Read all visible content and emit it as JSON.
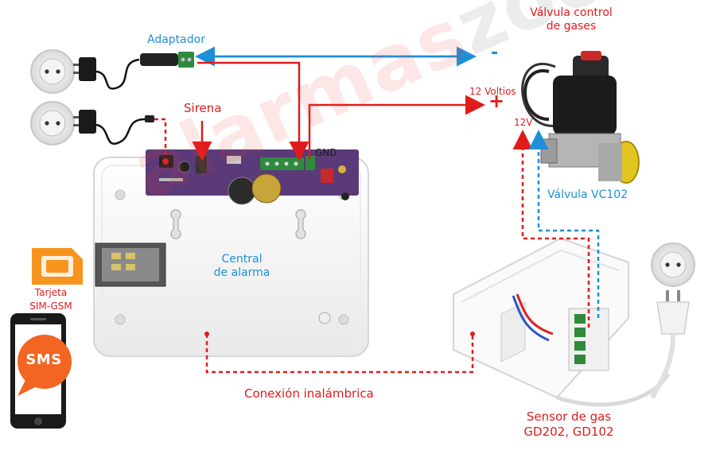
{
  "labels": {
    "adaptador": "Adaptador",
    "valvula_title_1": "Válvula control",
    "valvula_title_2": "de gases",
    "minus": "-",
    "doce_voltios": "12 Voltios",
    "plus": "+",
    "sirena": "Sirena",
    "gnd": "GND",
    "doce_v": "12V",
    "valvula_model": "Válvula VC102",
    "central_1": "Central",
    "central_2": "de alarma",
    "tarjeta_1": "Tarjeta",
    "tarjeta_2": "SIM-GSM",
    "sms": "SMS",
    "conexion": "Conexión inalámbrica",
    "sensor_1": "Sensor de gas",
    "sensor_2": "GD202, GD102"
  },
  "watermark": {
    "part1": "alarmas",
    "part2": "zoom"
  },
  "colors": {
    "blue_wire": "#1e90d6",
    "red_wire": "#e01b1b",
    "sms_orange": "#f26522",
    "sim_orange": "#f7941d",
    "pcb_purple": "#5a3a78",
    "terminal_green": "#2e8b3c"
  },
  "icons": [
    "power-outlet-icon",
    "power-adapter-icon",
    "sim-card-icon",
    "smartphone-icon",
    "sms-bubble-icon",
    "gas-valve-icon",
    "gas-sensor-icon",
    "power-plug-icon"
  ]
}
